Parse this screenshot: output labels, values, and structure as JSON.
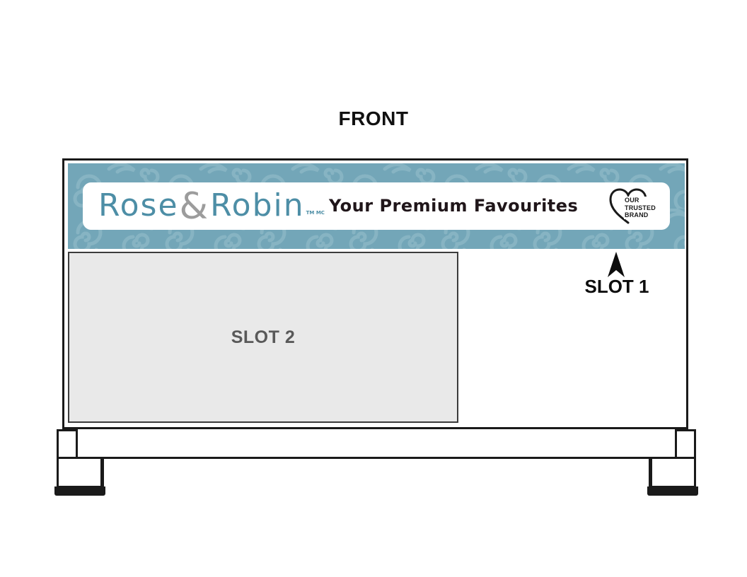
{
  "title": "FRONT",
  "banner": {
    "logo": {
      "rose": "Rose",
      "ampersand": "&",
      "robin": "Robin",
      "trademark": "TM MC"
    },
    "tagline": "Your Premium Favourites",
    "badge": {
      "line1": "OUR",
      "line2": "TRUSTED",
      "line3": "BRAND"
    }
  },
  "slots": {
    "slot1": {
      "label": "SLOT 1"
    },
    "slot2": {
      "label": "SLOT 2"
    }
  },
  "colors": {
    "banner_teal": "#73a6b8",
    "swirl_light": "#8db9c6",
    "logo_teal": "#4d8ea6",
    "ampersand_gray": "#9c9c9c",
    "tagline_dark": "#20161a",
    "slot2_fill": "#e9e9e9",
    "slot2_text": "#595959",
    "outline_black": "#1a1a1a"
  }
}
